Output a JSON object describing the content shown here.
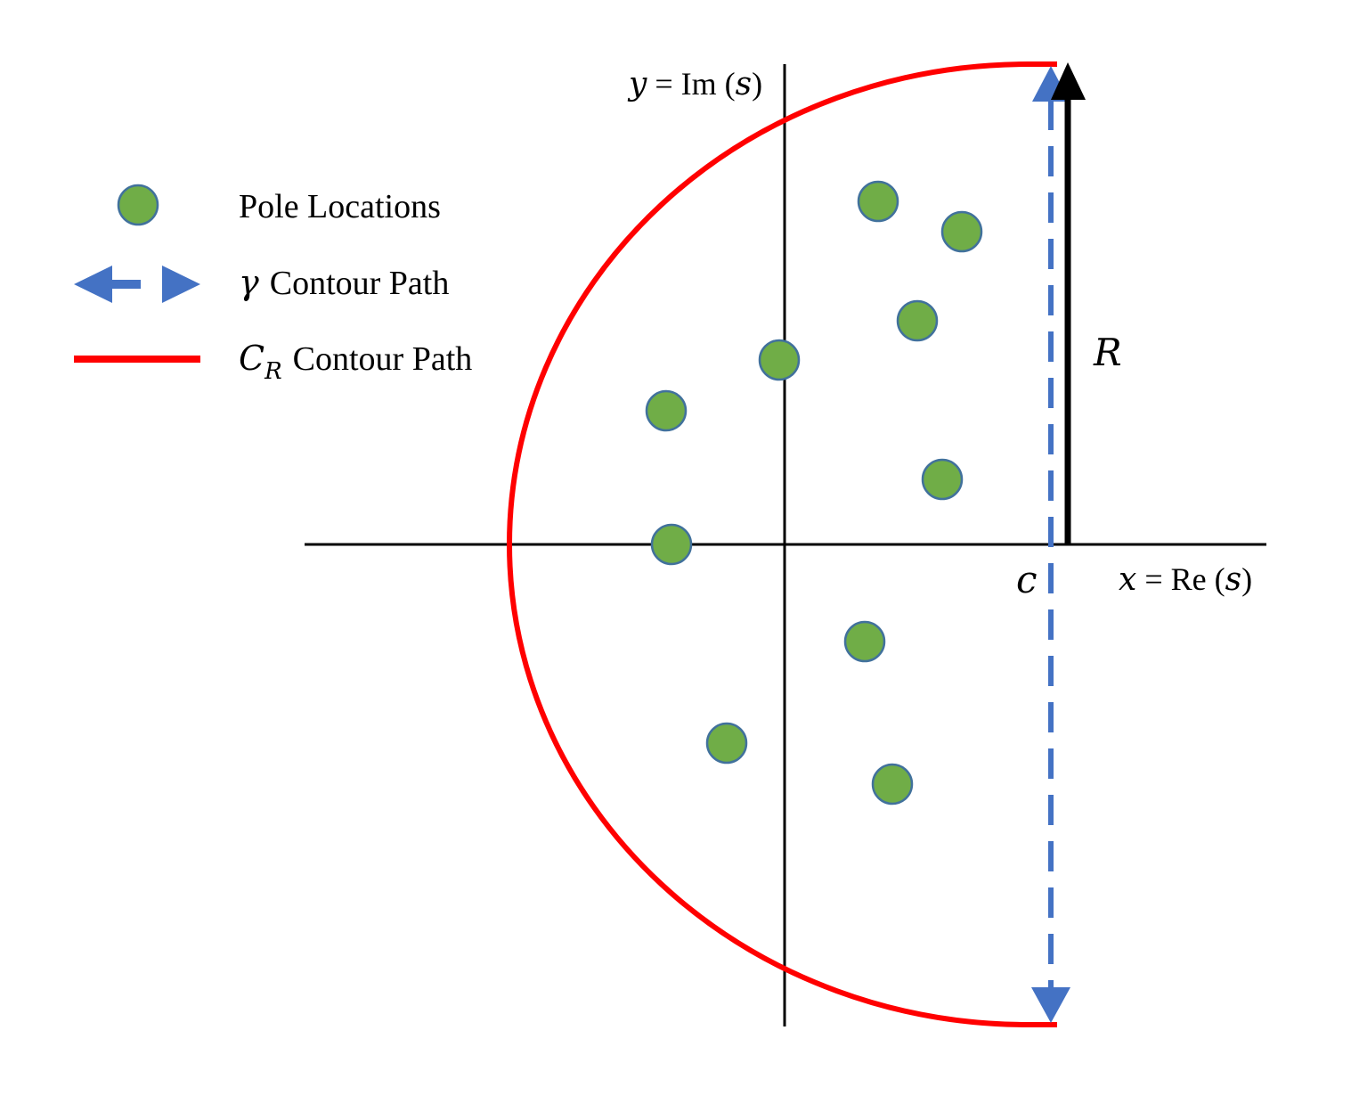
{
  "legend": {
    "poles": {
      "label": "Pole Locations",
      "color": "#70AD47",
      "stroke": "#41719C",
      "icon": "green-circle"
    },
    "gamma": {
      "symbol": "γ",
      "label": "Contour Path",
      "color": "#4472C4",
      "icon": "double-arrow-icon"
    },
    "cr": {
      "symbol": "C",
      "subscript": "R",
      "label": "Contour Path",
      "color": "#FF0000",
      "icon": "red-line"
    }
  },
  "axes": {
    "y_label": {
      "var": "y",
      "eq": " = Im (",
      "arg": "s",
      "close": ")"
    },
    "x_label": {
      "var": "x",
      "eq": " = Re (",
      "arg": "s",
      "close": ")"
    }
  },
  "labels": {
    "radius": "R",
    "abscissa": "c"
  },
  "colors": {
    "axis": "#000000",
    "semicircle": "#FF0000",
    "gamma": "#4472C4",
    "radius_arrow": "#000000"
  }
}
